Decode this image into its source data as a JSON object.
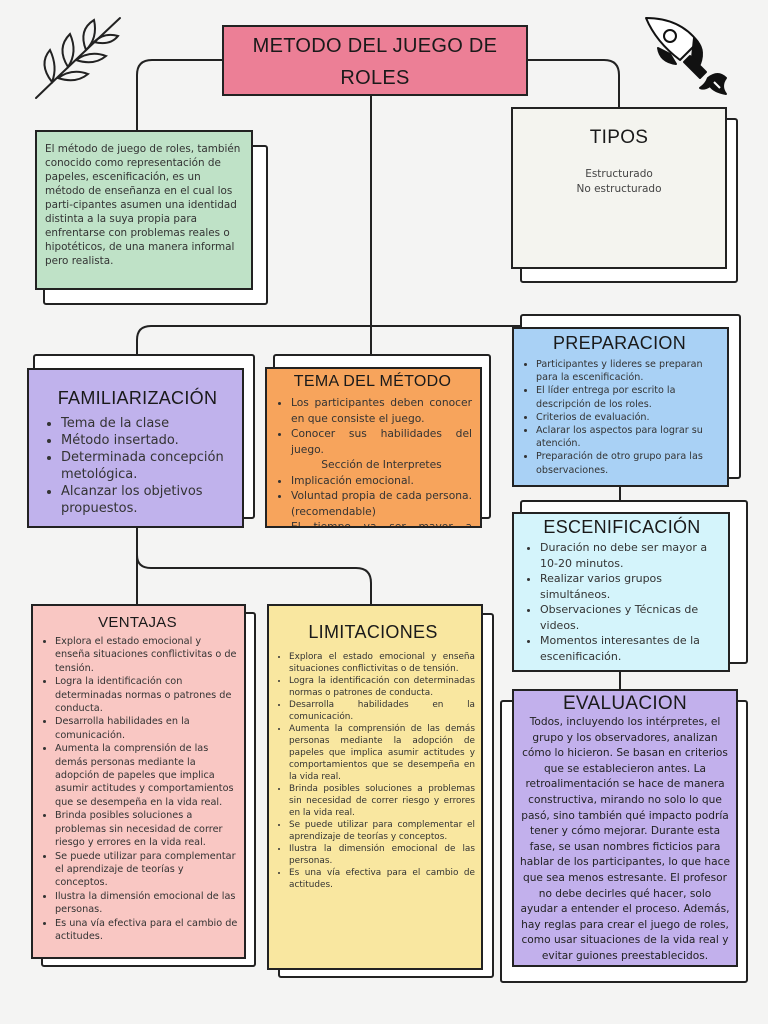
{
  "main_title": "METODO DEL JUEGO DE ROLES",
  "definition": "El método de juego de roles, también conocido como representación de papeles, escenificación, es un método de enseñanza en el cual los parti-cipantes asumen una identidad distinta a la suya propia para enfrentarse con problemas reales o hipotéticos, de una manera informal pero realista.",
  "tipos": {
    "title": "TIPOS",
    "items": [
      "Estructurado",
      "No estructurado"
    ]
  },
  "familiarizacion": {
    "title": "FAMILIARIZACIÓN",
    "items": [
      "Tema de la clase",
      "Método insertado.",
      "Determinada concepción metológica.",
      "Alcanzar los objetivos propuestos."
    ]
  },
  "tema": {
    "title": "TEMA DEL MÉTODO",
    "items": [
      "Los participantes deben conocer en que consiste el juego.",
      "Conocer sus habilidades del juego.",
      "Implicación emocional.",
      "Voluntad propia de cada persona. (recomendable)",
      "El tiempo va ser mayor a acordado."
    ],
    "subitem": "Sección de Interpretes"
  },
  "preparacion": {
    "title": "PREPARACION",
    "items": [
      "Participantes y lideres se preparan para la escenificación.",
      "El líder entrega por escrito la descripción de los roles.",
      "Criterios de evaluación.",
      "Aclarar los aspectos para lograr su atención.",
      "Preparación de otro grupo para las observaciones."
    ]
  },
  "escenificacion": {
    "title": "ESCENIFICACIÓN",
    "items": [
      "Duración no debe ser mayor a 10-20 minutos.",
      "Realizar varios grupos simultáneos.",
      "Observaciones y Técnicas de videos.",
      "Momentos interesantes de la escenificación."
    ]
  },
  "ventajas": {
    "title": "VENTAJAS",
    "items": [
      "Explora el estado emocional y enseña situaciones conflictivitas o de tensión.",
      "Logra la identificación con determinadas normas o patrones de conducta.",
      "Desarrolla habilidades en la comunicación.",
      "Aumenta la comprensión de las demás personas mediante la adopción de papeles que implica asumir actitudes y comportamientos que se desempeña en la vida real.",
      "Brinda posibles soluciones a problemas sin necesidad de correr riesgo y errores en la vida real.",
      "Se puede utilizar para complementar el aprendizaje de teorías y conceptos.",
      "Ilustra la dimensión emocional de las personas.",
      "Es una vía efectiva para el cambio de actitudes."
    ]
  },
  "limitaciones": {
    "title": "LIMITACIONES",
    "items": [
      "Explora el estado emocional y enseña situaciones conflictivitas o de tensión.",
      "Logra la identificación con determinadas normas o patrones de conducta.",
      "Desarrolla habilidades en la comunicación.",
      "Aumenta la comprensión de las demás personas mediante la adopción de papeles que implica asumir actitudes y comportamientos que se desempeña en la vida real.",
      "Brinda posibles soluciones a problemas sin necesidad de correr riesgo y errores en la vida real.",
      "Se puede utilizar para complementar el aprendizaje de teorías y conceptos.",
      "Ilustra la dimensión emocional de las personas.",
      "Es una vía efectiva para el cambio de actitudes."
    ]
  },
  "evaluacion": {
    "title": "EVALUACION",
    "text": "Todos, incluyendo los intérpretes, el grupo y los observadores, analizan cómo lo hicieron. Se basan en criterios que se establecieron antes. La retroalimentación se hace de manera constructiva, mirando no solo lo que pasó, sino también qué impacto podría tener y cómo mejorar. Durante esta fase, se usan nombres ficticios para hablar de los participantes, lo que hace que sea menos estresante. El profesor no debe decirles qué hacer, solo ayudar a entender el proceso. Además, hay reglas para crear el juego de roles, como usar situaciones de la vida real y evitar guiones preestablecidos."
  },
  "colors": {
    "main_title": "#ec7f96",
    "definition": "#bfe2c7",
    "tipos": "#f4f4ef",
    "familiarizacion": "#c0b2ec",
    "tema": "#f7a45c",
    "preparacion": "#a9d1f5",
    "escenificacion": "#d4f4fb",
    "ventajas": "#f9c7c3",
    "limitaciones": "#f9e7a0",
    "evaluacion": "#c2b0ec"
  },
  "icons": [
    "leaf-branch-icon",
    "rocket-icon"
  ]
}
